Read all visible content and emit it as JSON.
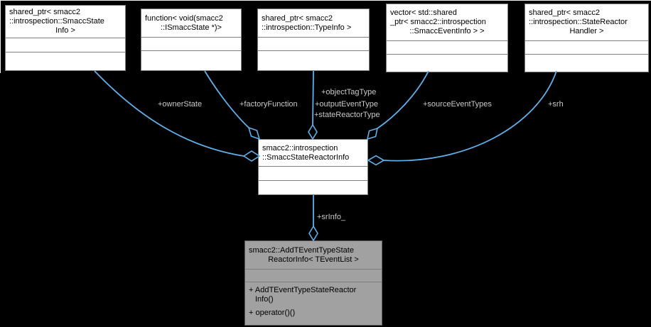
{
  "nodes": {
    "smacc_state_info": {
      "title_lines": [
        "shared_ptr< smacc2",
        "::introspection::SmaccState",
        "Info >"
      ]
    },
    "factory_function_type": {
      "title_lines": [
        "function< void(smacc2",
        "::ISmaccState *)>"
      ]
    },
    "type_info": {
      "title_lines": [
        "shared_ptr< smacc2",
        "::introspection::TypeInfo >"
      ]
    },
    "smacc_event_info_vector": {
      "title_lines": [
        "vector< std::shared",
        "_ptr< smacc2::introspection",
        "::SmaccEventInfo > >"
      ]
    },
    "state_reactor_handler": {
      "title_lines": [
        "shared_ptr< smacc2",
        "::introspection::StateReactor",
        "Handler >"
      ]
    },
    "smacc_state_reactor_info": {
      "title_lines": [
        "smacc2::introspection",
        "::SmaccStateReactorInfo"
      ]
    },
    "add_t_event_type_state_reactor_info": {
      "title_lines": [
        "smacc2::AddTEventTypeState",
        "ReactorInfo< TEventList >"
      ],
      "method_lines": [
        "+ AddTEventTypeStateReactor",
        "Info()",
        "+ operator()()"
      ]
    }
  },
  "edge_labels": {
    "owner_state": "+ownerState",
    "factory_function": "+factoryFunction",
    "object_tag_type": "+objectTagType",
    "output_event_type": "+outputEventType",
    "state_reactor_type": "+stateReactorType",
    "source_event_types": "+sourceEventTypes",
    "srh": "+srh",
    "sr_info": "+srInfo_"
  },
  "colors": {
    "background": "#000000",
    "edge": "#5fb0ea",
    "node_fill": "#ffffff",
    "node_border": "#7d7d7d",
    "node_text": "#000000",
    "highlight_fill": "#a1a1a1",
    "highlight_border": "#5e5e5e",
    "label_text": "#c9c9c9",
    "frame": "#f2f2f2"
  }
}
